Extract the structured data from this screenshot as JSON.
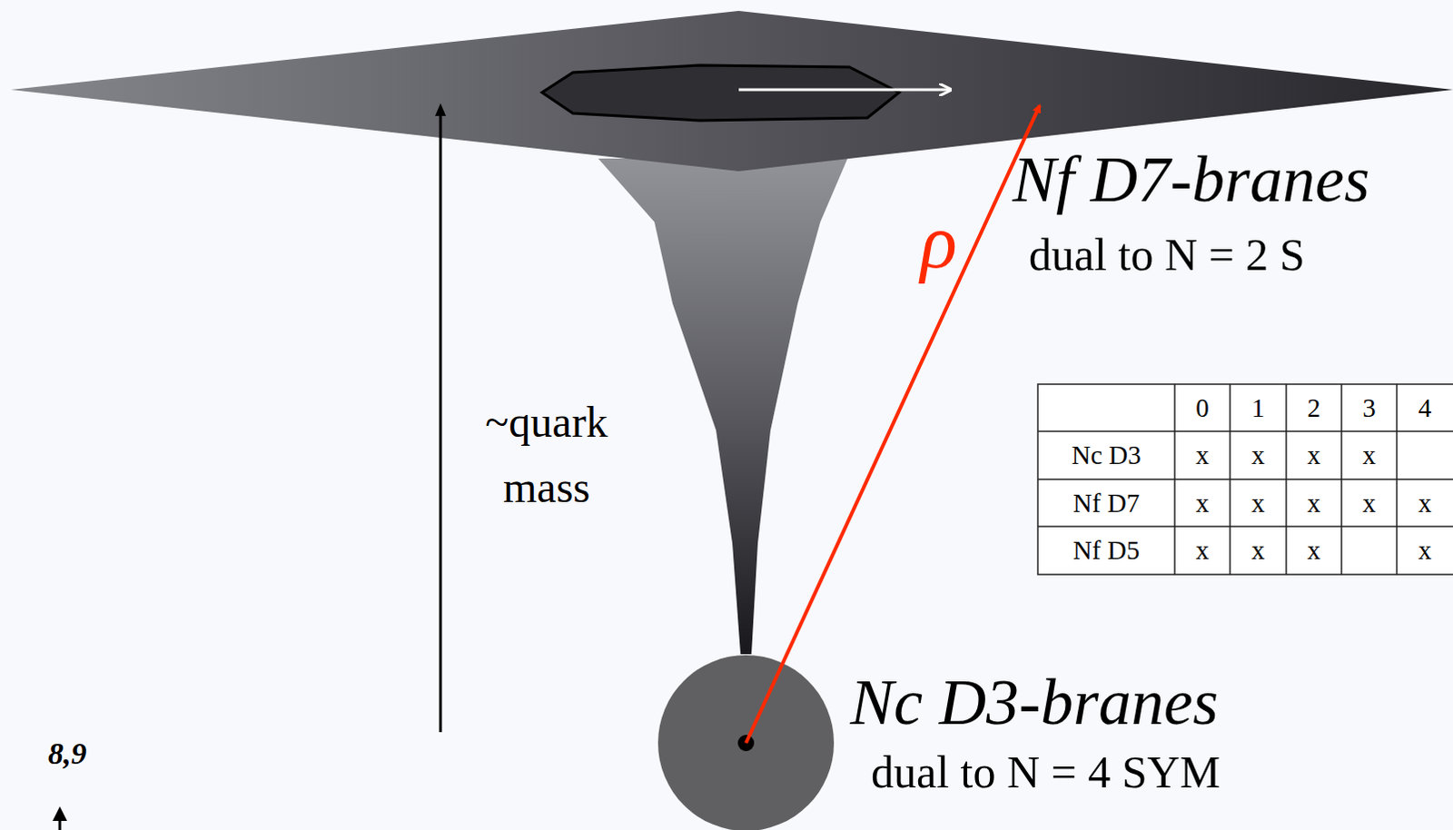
{
  "diagram": {
    "nodes": [
      {
        "text": [
          "Nf D7-branes",
          "dual to N = 2 S"
        ]
      },
      {
        "text": [
          "Nc D3-branes",
          "dual to N = 4 SYM"
        ]
      }
    ],
    "edges": [
      {
        "from": 1,
        "to": 0,
        "arrow": "to",
        "label": "ρ"
      }
    ],
    "labels": [
      "~quark mass",
      "8,9",
      "0",
      "1",
      "2",
      "3",
      "4",
      "Nc D3",
      "x",
      "x",
      "x",
      "x",
      "Nf D7",
      "x",
      "x",
      "x",
      "x",
      "x",
      "Nf D5",
      "x",
      "x",
      "x",
      "x"
    ]
  }
}
